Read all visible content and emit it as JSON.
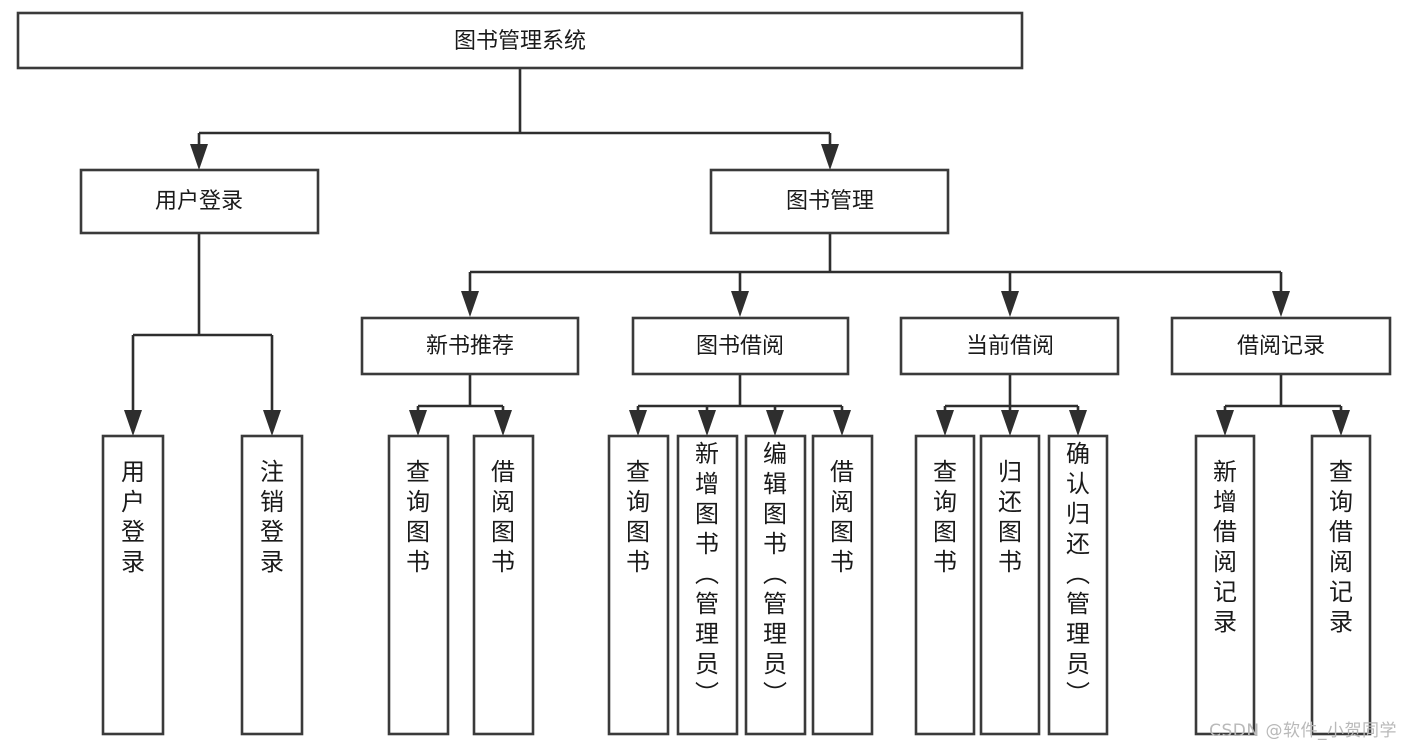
{
  "diagram": {
    "type": "tree-hierarchy",
    "title": "图书管理系统",
    "watermark": "CSDN @软件_小贺同学",
    "colors": {
      "box_stroke": "#3a3a3a",
      "box_fill": "#ffffff",
      "edge": "#2e2e2e",
      "text": "#1a1a1a",
      "watermark": "#b9b9b9",
      "background": "#ffffff"
    },
    "root": {
      "label": "图书管理系统",
      "orientation": "horizontal"
    },
    "level2": [
      {
        "id": "user-login",
        "label": "用户登录",
        "orientation": "horizontal"
      },
      {
        "id": "book-manage",
        "label": "图书管理",
        "orientation": "horizontal"
      }
    ],
    "level3": [
      {
        "id": "new-book-recommend",
        "label": "新书推荐",
        "parent": "book-manage",
        "orientation": "horizontal"
      },
      {
        "id": "book-borrow",
        "label": "图书借阅",
        "parent": "book-manage",
        "orientation": "horizontal"
      },
      {
        "id": "current-borrow",
        "label": "当前借阅",
        "parent": "book-manage",
        "orientation": "horizontal"
      },
      {
        "id": "borrow-record",
        "label": "借阅记录",
        "parent": "book-manage",
        "orientation": "horizontal"
      }
    ],
    "leaves": [
      {
        "id": "leaf-user-login",
        "label": "用户登录",
        "parent": "user-login",
        "orientation": "vertical"
      },
      {
        "id": "leaf-user-logout",
        "label": "注销登录",
        "parent": "user-login",
        "orientation": "vertical"
      },
      {
        "id": "leaf-query-book-1",
        "label": "查询图书",
        "parent": "new-book-recommend",
        "orientation": "vertical"
      },
      {
        "id": "leaf-borrow-book-1",
        "label": "借阅图书",
        "parent": "new-book-recommend",
        "orientation": "vertical"
      },
      {
        "id": "leaf-query-book-2",
        "label": "查询图书",
        "parent": "book-borrow",
        "orientation": "vertical"
      },
      {
        "id": "leaf-add-book",
        "label": "新增图书（管理员）",
        "parent": "book-borrow",
        "orientation": "vertical"
      },
      {
        "id": "leaf-edit-book",
        "label": "编辑图书（管理员）",
        "parent": "book-borrow",
        "orientation": "vertical"
      },
      {
        "id": "leaf-borrow-book-2",
        "label": "借阅图书",
        "parent": "book-borrow",
        "orientation": "vertical"
      },
      {
        "id": "leaf-query-book-3",
        "label": "查询图书",
        "parent": "current-borrow",
        "orientation": "vertical"
      },
      {
        "id": "leaf-return-book",
        "label": "归还图书",
        "parent": "current-borrow",
        "orientation": "vertical"
      },
      {
        "id": "leaf-confirm-return",
        "label": "确认归还（管理员）",
        "parent": "current-borrow",
        "orientation": "vertical"
      },
      {
        "id": "leaf-add-record",
        "label": "新增借阅记录",
        "parent": "borrow-record",
        "orientation": "vertical"
      },
      {
        "id": "leaf-query-record",
        "label": "查询借阅记录",
        "parent": "borrow-record",
        "orientation": "vertical"
      }
    ]
  }
}
